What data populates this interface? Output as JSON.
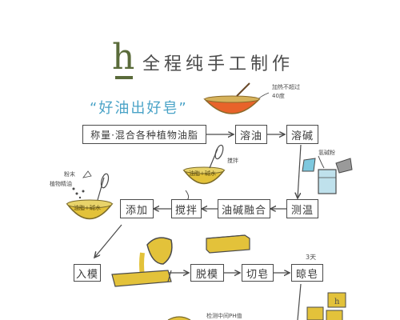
{
  "header": {
    "logo_letter": "h",
    "title": "全程纯手工制作",
    "slogan": "“好油出好皂”"
  },
  "steps": {
    "weigh_mix": "称量·混合各种植物油脂",
    "dissolve_oil": "溶油",
    "dissolve_lye": "溶碱",
    "measure_temp": "测温",
    "combine": "油碱融合",
    "stir": "搅拌",
    "add": "添加",
    "mold": "入模",
    "demold": "脱模",
    "cut": "切皂",
    "cure": "晾皂"
  },
  "notes": {
    "heat": "加热不超过",
    "heat_temp": "40度",
    "lye_powder": "氢碱粉",
    "whisk": "搅拌",
    "essential_oil": "植物精油",
    "powder": "粉末",
    "three_days": "3天",
    "ph_test": "检测中间PH值"
  },
  "bowl_labels": {
    "mix_bowl": "油脂+碱水",
    "add_bowl": "油脂+碱水"
  },
  "colors": {
    "line": "#4a4a4a",
    "accent_blue": "#4aa3c7",
    "logo_green": "#5a6b3a",
    "soap_yellow": "#e3c23a",
    "bowl_orange": "#e8632a"
  }
}
